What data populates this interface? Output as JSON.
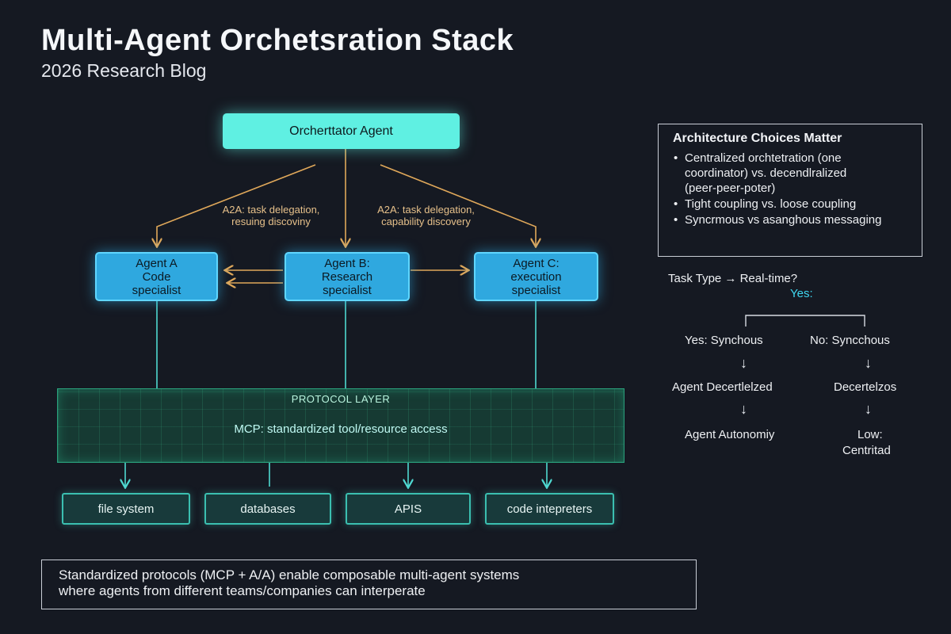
{
  "header": {
    "title": "Multi-Agent Orchetsration Stack",
    "subtitle": "2026 Research Blog"
  },
  "diagram": {
    "orchestrator": "Orcherttator Agent",
    "a2a_labels": [
      "A2A: task delegation,\nresuing discoviny",
      "A2A: task delegation,\ncapability discovery"
    ],
    "agents": [
      "Agent A\nCode\nspecialist",
      "Agent B:\nResearch\nspecialist",
      "Agent C:\nexecution\nspecialist"
    ],
    "protocol_layer": "PROTOCOL LAYER",
    "mcp": "MCP: standardized tool/resource access",
    "tools": [
      "file system",
      "databases",
      "APIS",
      "code intepreters"
    ],
    "colors": {
      "orchestrator": "#5ff0e2",
      "agent": "#2fa8df",
      "a2a_arrow": "#e0a85a",
      "link": "#4fd8d0",
      "protocol": "#163a33"
    }
  },
  "architecture": {
    "heading": "Architecture Choices Matter",
    "bullets": [
      [
        "Centralized orchtetration (one",
        "coordinator) vs. decendlralized",
        "(peer-peer-poter)"
      ],
      [
        "Tight coupling vs. loose coupling"
      ],
      [
        "Syncrmous vs asanghous messaging"
      ]
    ]
  },
  "decision": {
    "question": "Task Type → Real-time?",
    "yes_top": "Yes:",
    "left_branch": "Yes: Synchous",
    "right_branch": "No: Syncchous",
    "left_mid": "Agent Decertlelzed",
    "right_mid": "Decertelzos",
    "left_end": "Agent Autonomiy",
    "right_end_1": "Low:",
    "right_end_2": "Centritad",
    "arrow_glyph": "↓"
  },
  "footer": {
    "line1": "Standardized protocols (MCP + A/A) enable composable multi-agent systems",
    "line2": "where agents from different teams/companies can interperate"
  }
}
